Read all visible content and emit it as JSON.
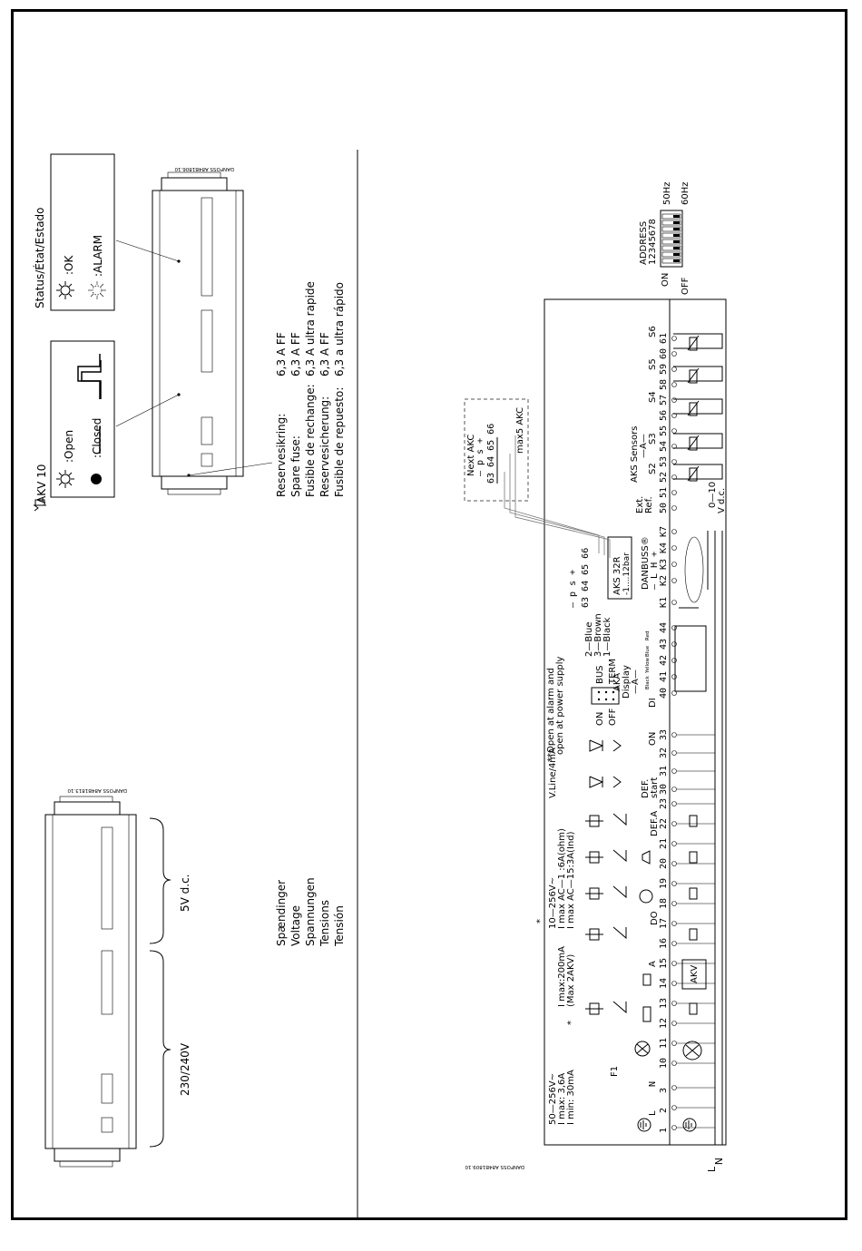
{
  "top_left": {
    "akv_title": "AKV 10",
    "open_label": ":Open",
    "closed_label": ":Closed",
    "status_title": "Status/État/Estado",
    "ok_label": ":OK",
    "alarm_label": ":ALARM",
    "code": "DANFOSS\nA84B1806.10",
    "fuse_labels": [
      "Reservesikring:",
      "Spare fuse:",
      "Fusible de rechange:",
      "Reservesicherung:",
      "Fusible de repuesto:"
    ],
    "fuse_values": [
      "6,3 A FF",
      "6,3 A FF",
      "6,3 A ultra rapide",
      "6,3 A FF",
      "6,3 a ultra rápido"
    ]
  },
  "bottom_left": {
    "label_230": "230/240V",
    "label_5v": "5V  d.c.",
    "voltage_words": [
      "Spændinger",
      "Voltage",
      "Spannungen",
      "Tensions",
      "Tensión"
    ],
    "code": "DANFOSS\nA84B1813.10"
  },
  "wiring": {
    "code": "DANFOSS\nA84B1809.10",
    "address_label": "ADDRESS",
    "address_numbers": "12345678",
    "on_label": "ON",
    "off_label": "OFF",
    "hz50": "50Hz",
    "hz60": "60Hz",
    "aks_sensors": "AKS  Sensors",
    "aks_sensors_sub": "—A—",
    "sensor_labels": [
      "S2",
      "S3",
      "S4",
      "S5",
      "S6"
    ],
    "ext_ref": [
      "Ext.",
      "Ref."
    ],
    "zero_ten": [
      "0—10",
      "V d.c."
    ],
    "terminals_right": [
      "K1",
      "K2",
      "K3",
      "K4",
      "K7",
      "50",
      "51",
      "52",
      "53",
      "54",
      "55",
      "56",
      "57",
      "58",
      "59",
      "60",
      "61"
    ],
    "danbuss": "DANBUSS®",
    "danbuss_pins": "—  L  H  +",
    "aks32r": "AKS  32R",
    "aks32r_range": "-1....12bar",
    "p_s_top": "—  p  s  +",
    "pins_63_66": "63 64 65 66",
    "wire_colors": [
      "2—Blue",
      "3—Brown",
      "1—Black"
    ],
    "aka_display": [
      "AKA",
      "Display",
      "—A—"
    ],
    "display_wire_colors": [
      "Black",
      "Yellow",
      "Blue",
      "Red"
    ],
    "terminals_mid": [
      "40",
      "41",
      "42",
      "43",
      "44"
    ],
    "di_label": "DI",
    "bus_term": [
      "ON",
      "BUS",
      "OFF",
      "TERM"
    ],
    "open_alarm": [
      "**Open  at  alarm  and",
      "open  at  power  supply"
    ],
    "next_akc": [
      "Next  AKC",
      "—  p  s  +",
      "63 64 65 66"
    ],
    "max5_akc": "max5  AKC",
    "vline": "V.Line/4mA",
    "def_start": [
      "DEF.",
      "start"
    ],
    "on_label_mid": "ON",
    "terminals_low": [
      "1",
      "2",
      "3",
      "10",
      "11",
      "12",
      "13",
      "14",
      "15",
      "16",
      "17",
      "18",
      "19",
      "20",
      "21",
      "22",
      "23",
      "30",
      "31",
      "32",
      "33"
    ],
    "supply_text": [
      "50—256V~",
      "I max: 3,6A",
      "I min: 30mA"
    ],
    "relay_text": [
      "*",
      "10—256V~",
      "I max AC—1 :6A(ohm)",
      "I max AC—15:3A(Ind)"
    ],
    "transistor_text": [
      "I max:200mA",
      "(Max 2AKV)"
    ],
    "f1": "F1",
    "do_label": "DO",
    "def_a": "DEF.A",
    "akv_label": "AKV",
    "a_label": "A",
    "l_label": "L",
    "n_label": "N",
    "star_label": "*"
  }
}
